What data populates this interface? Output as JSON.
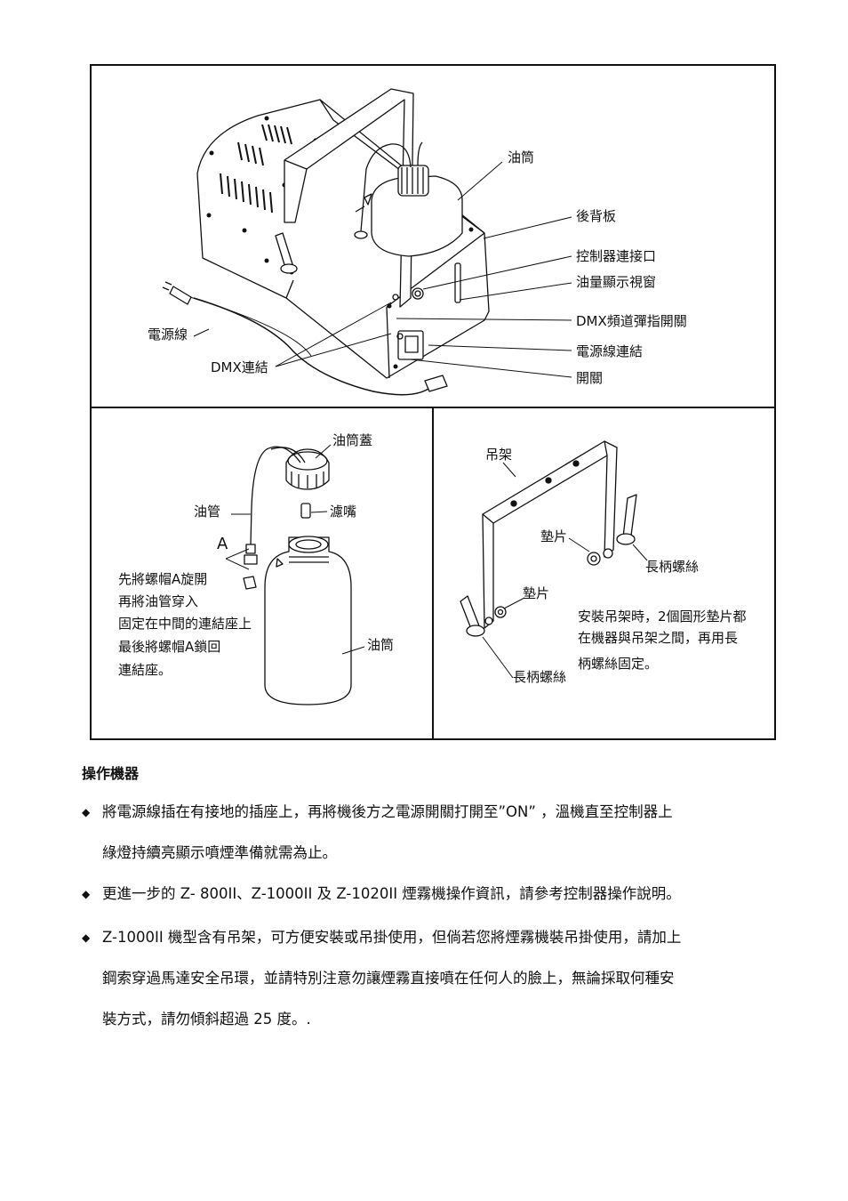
{
  "figure": {
    "top_panel_labels": {
      "oil_tank": "油筒",
      "back_panel": "後背板",
      "controller_port": "控制器連接口",
      "oil_level_window": "油量顯示視窗",
      "dmx_switch": "DMX頻道彈指開關",
      "power_cord_link": "電源線連結",
      "switch": "開關",
      "power_cord": "電源線",
      "dmx_link": "DMX連結"
    },
    "bottom_left_labels": {
      "tank_cap": "油筒蓋",
      "oil_tube": "油管",
      "filter_nozzle": "濾嘴",
      "marker_a": "A",
      "instr_1": "先將螺帽A旋開",
      "instr_2": "再將油管穿入",
      "instr_3": "固定在中間的連結座上",
      "instr_4": "最後將螺帽A鎖回",
      "instr_5": "連結座。",
      "oil_tank": "油筒"
    },
    "bottom_right_labels": {
      "bracket": "吊架",
      "washer_1": "墊片",
      "long_screw_1": "長柄螺絲",
      "washer_2": "墊片",
      "long_screw_2": "長柄螺絲",
      "note_1": "安裝吊架時，2個圓形墊片都",
      "note_2": "在機器與吊架之間，再用長",
      "note_3": "柄螺絲固定。"
    }
  },
  "section": {
    "title": "操作機器",
    "bullet_symbol": "◆",
    "bullets": [
      {
        "line1": "將電源線插在有接地的插座上，再將機後方之電源開關打開至”ON” ，溫機直至控制器上",
        "line2": "綠燈持續亮顯示噴煙準備就需為止。"
      },
      {
        "line1": "更進一步的 Z- 800II、Z-1000II 及 Z-1020II 煙霧機操作資訊，請參考控制器操作說明。"
      },
      {
        "line1": "Z-1000II 機型含有吊架，可方便安裝或吊掛使用，但倘若您將煙霧機裝吊掛使用，請加上",
        "line2": "鋼索穿過馬達安全吊環，並請特別注意勿讓煙霧直接噴在任何人的臉上，無論採取何種安",
        "line3": "裝方式，請勿傾斜超過 25 度。."
      }
    ]
  }
}
